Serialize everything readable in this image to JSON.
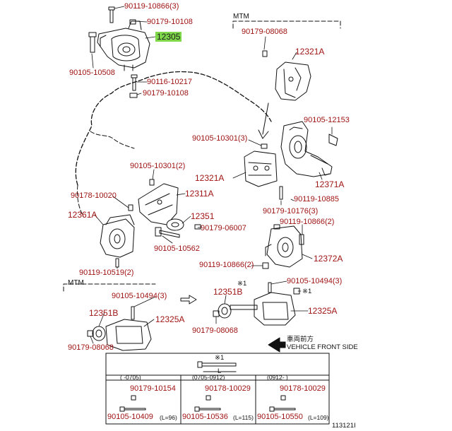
{
  "labels": {
    "p1": "90119-10866(3)",
    "p2": "90179-10108",
    "p3": "12305",
    "p4": "90105-10508",
    "p5": "90116-10217",
    "p6": "90179-10108",
    "mtm_top": "MTM",
    "p7": "90179-08068",
    "p8": "12321A",
    "p9": "90105-12153",
    "p10": "90105-10301(3)",
    "p11": "12321A",
    "p12": "12371A",
    "p13": "90119-10885",
    "p14": "90179-10176(3)",
    "p15": "90105-10301(2)",
    "p16": "12311A",
    "p17": "90178-10020",
    "p18": "12361A",
    "p19": "12351",
    "p20": "90179-06007",
    "p21": "90105-10562",
    "p22": "90119-10519(2)",
    "p23": "90119-10866(2)",
    "p24": "12372A",
    "p25": "90119-10866(2)",
    "mtm_bottom": "MTM",
    "p26": "90105-10494(3)",
    "p27": "12351B",
    "p28": "12325A",
    "p29": "90179-08068",
    "p30": "90105-10494(3)",
    "p31": "※1",
    "p32": "12351B",
    "p33": "※1",
    "p34": "12325A",
    "p35": "90179-08068",
    "front_jp": "車両前方",
    "front_en": "VEHICLE FRONT SIDE"
  },
  "table": {
    "note": "※1",
    "length_symbol": "L",
    "columns": [
      {
        "header": "(  -0705)",
        "nut": "90179-10154",
        "bolt": "90105-10409",
        "length": "(L=96)"
      },
      {
        "header": "(0705-0912)",
        "nut": "90178-10029",
        "bolt": "90105-10536",
        "length": "(L=115)"
      },
      {
        "header": "(0912-  )",
        "nut": "90178-10029",
        "bolt": "90105-10550",
        "length": "(L=109)"
      }
    ]
  },
  "diagram_id": "113121I"
}
